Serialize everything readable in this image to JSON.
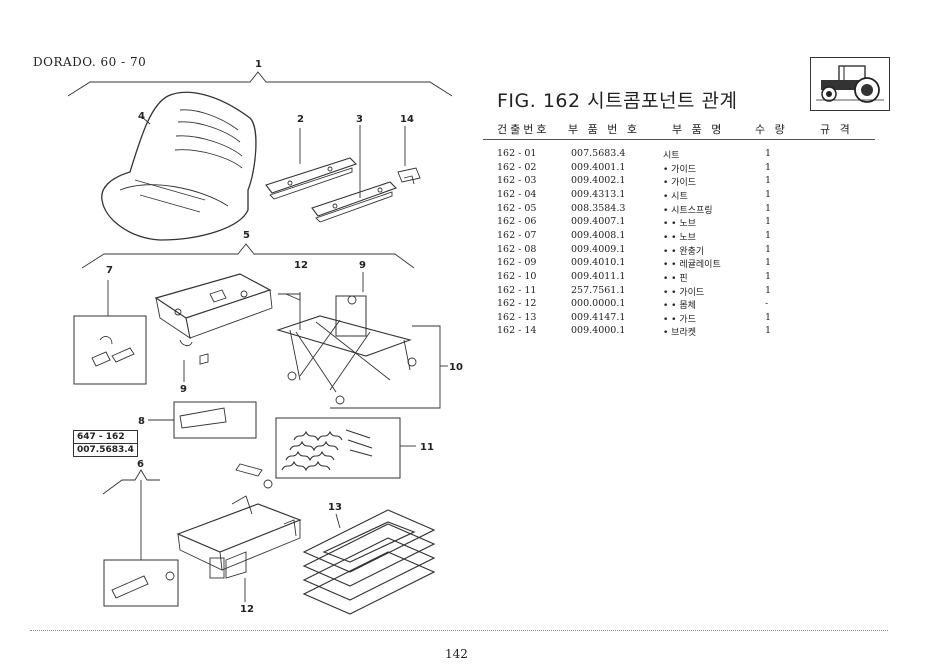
{
  "header": {
    "model": "DORADO. 60 - 70",
    "fig_title": "FIG. 162 시트콤포넌트 관계"
  },
  "table": {
    "columns": [
      "건출번호",
      "부 품 번 호",
      "부 품 명",
      "수 량",
      "규 격"
    ],
    "rows": [
      {
        "ref": "162 - 01",
        "part_no": "007.5683.4",
        "name": "시트",
        "qty": "1"
      },
      {
        "ref": "162 - 02",
        "part_no": "009.4001.1",
        "name": "• 가이드",
        "qty": "1"
      },
      {
        "ref": "162 - 03",
        "part_no": "009.4002.1",
        "name": "• 가이드",
        "qty": "1"
      },
      {
        "ref": "162 - 04",
        "part_no": "009.4313.1",
        "name": "• 시트",
        "qty": "1"
      },
      {
        "ref": "162 - 05",
        "part_no": "008.3584.3",
        "name": "• 시트스프링",
        "qty": "1"
      },
      {
        "ref": "162 - 06",
        "part_no": "009.4007.1",
        "name": "• • 노브",
        "qty": "1"
      },
      {
        "ref": "162 - 07",
        "part_no": "009.4008.1",
        "name": "• • 노브",
        "qty": "1"
      },
      {
        "ref": "162 - 08",
        "part_no": "009.4009.1",
        "name": "• • 완충기",
        "qty": "1"
      },
      {
        "ref": "162 - 09",
        "part_no": "009.4010.1",
        "name": "• • 레귤레이트",
        "qty": "1"
      },
      {
        "ref": "162 - 10",
        "part_no": "009.4011.1",
        "name": "• • 핀",
        "qty": "1"
      },
      {
        "ref": "162 - 11",
        "part_no": "257.7561.1",
        "name": "• • 가이드",
        "qty": "1"
      },
      {
        "ref": "162 - 12",
        "part_no": "000.0000.1",
        "name": "• • 몸체",
        "qty": "-"
      },
      {
        "ref": "162 - 13",
        "part_no": "009.4147.1",
        "name": "• • 가드",
        "qty": "1"
      },
      {
        "ref": "162 - 14",
        "part_no": "009.4000.1",
        "name": "• 브라켓",
        "qty": "1"
      }
    ]
  },
  "diagram": {
    "labels": [
      "1",
      "2",
      "3",
      "4",
      "5",
      "6",
      "7",
      "8",
      "9",
      "9",
      "10",
      "11",
      "12",
      "12",
      "13",
      "14"
    ],
    "ref_box": [
      "647 - 162",
      "007.5683.4"
    ]
  },
  "footer": {
    "page_number": "142"
  }
}
